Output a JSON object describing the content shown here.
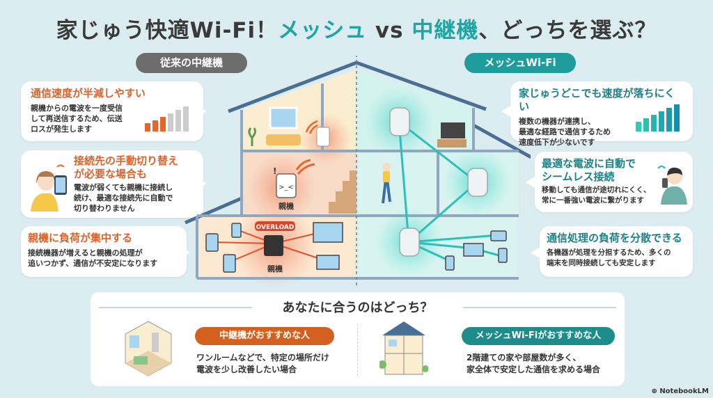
{
  "title": {
    "part1": "家じゅう快適Wi-Fi！",
    "mesh": "メッシュ",
    "vs": " vs ",
    "repeater": "中継機",
    "part2": "、どっちを選ぶ？"
  },
  "left_label": "従来の中継機",
  "right_label": "メッシュWi-Fi",
  "left_cards": [
    {
      "title": "通信速度が半減しやすい",
      "body": "親機からの電波を一度受信\nして再送信するため、伝送\nロスが発生します"
    },
    {
      "title": "接続先の手動切り替え\nが必要な場合も",
      "body": "電波が弱くても親機に接続し\n続け、最適な接続先に自動で\n切り替わりません"
    },
    {
      "title": "親機に負荷が集中する",
      "body": "接続機器が増えると親機の処理が\n追いつかず、通信が不安定になります"
    }
  ],
  "right_cards": [
    {
      "title": "家じゅうどこでも速度が落ちにくい",
      "body": "複数の機器が連携し、\n最適な経路で通信するため\n速度低下が少ないです"
    },
    {
      "title": "最適な電波に自動で\nシームレス接続",
      "body": "移動しても通信が途切れにくく、\n常に一番強い電波に繋がります"
    },
    {
      "title": "通信処理の負荷を分散できる",
      "body": "各機器が処理を分担するため、多くの\n端末を同時接続しても安定します"
    }
  ],
  "house": {
    "router_label_mid": "親機",
    "router_label_bottom": "親機",
    "overload": "OVERLOAD"
  },
  "bottom": {
    "heading": "あなたに合うのはどっち？",
    "left_tag": "中継機がおすすめな人",
    "left_text": "ワンルームなどで、特定の場所だけ\n電波を少し改善したい場合",
    "right_tag": "メッシュWi-Fiがおすすめな人",
    "right_text": "2階建ての家や部屋数が多く、\n家全体で安定した通信を求める場合"
  },
  "logo": "NotebookLM",
  "colors": {
    "orange": "#d9622b",
    "teal": "#1f9c9c",
    "gray": "#6d6d6d",
    "bg": "#dcedf2"
  }
}
